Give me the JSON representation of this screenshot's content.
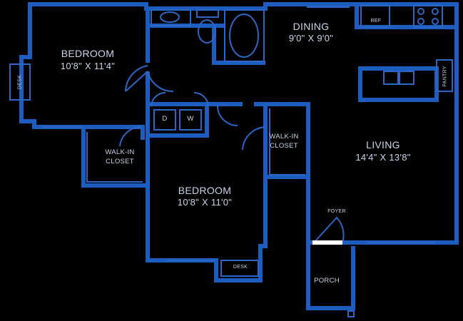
{
  "colors": {
    "background": "#000000",
    "wall": "#1d5dbf",
    "fixture": "#2a67c6",
    "text": "#c9d3ea",
    "foyer_threshold": "#ffffff"
  },
  "rooms": {
    "bedroom1": {
      "name": "BEDROOM",
      "dims": "10'8\" X 11'4\""
    },
    "bedroom2": {
      "name": "BEDROOM",
      "dims": "10'8\" X 11'0\""
    },
    "dining": {
      "name": "DINING",
      "dims": "9'0\" X 9'0\""
    },
    "living": {
      "name": "LIVING",
      "dims": "14'4\" X 13'8\""
    },
    "closet1": {
      "line1": "WALK-IN",
      "line2": "CLOSET"
    },
    "closet2": {
      "line1": "WALK-IN",
      "line2": "CLOSET"
    },
    "porch": {
      "name": "PORCH"
    },
    "foyer": {
      "name": "FOYER"
    }
  },
  "fixtures": {
    "desk_left": "DESK",
    "desk_bottom": "DESK",
    "ref": "REF",
    "pantry": "PANTRY",
    "dryer": "D",
    "washer": "W"
  }
}
